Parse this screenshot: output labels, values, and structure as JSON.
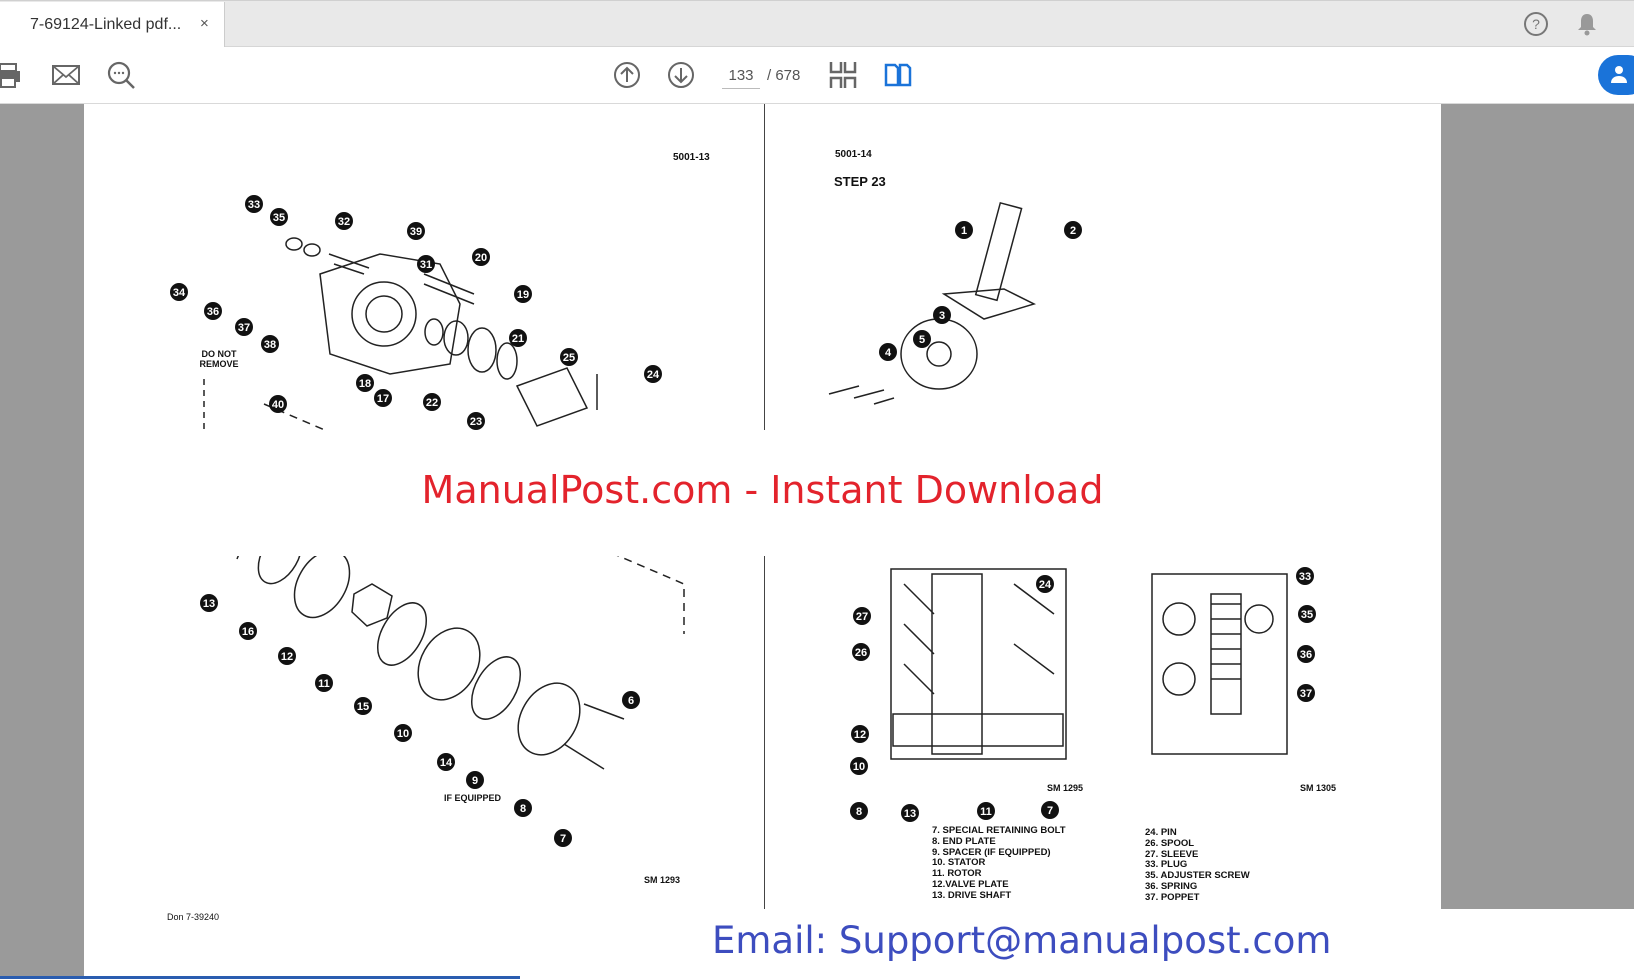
{
  "tab": {
    "title": "7-69124-Linked pdf...",
    "close": "×"
  },
  "top_icons": [
    "help-icon",
    "bell-icon"
  ],
  "toolbar": {
    "icons": [
      "print-icon",
      "mail-icon",
      "find-icon",
      "prev-page-icon",
      "next-page-icon",
      "page-thumbnails-icon",
      "two-page-view-icon"
    ],
    "current_page": "133",
    "total_pages": "/ 678"
  },
  "left_page": {
    "page_code": "5001-13",
    "note": "DO NOT REMOVE",
    "if_equipped": "IF EQUIPPED",
    "figure_id": "SM 1293",
    "footer": "Don 7-39240",
    "callouts": [
      "33",
      "35",
      "32",
      "39",
      "34",
      "36",
      "37",
      "38",
      "31",
      "20",
      "19",
      "21",
      "25",
      "24",
      "18",
      "17",
      "22",
      "23",
      "40",
      "13",
      "16",
      "12",
      "11",
      "15",
      "10",
      "14",
      "9",
      "8",
      "7",
      "6"
    ]
  },
  "right_page": {
    "page_code": "5001-14",
    "step": "STEP 23",
    "figure_a": "SM 1295",
    "figure_b": "SM 1305",
    "callouts": [
      "1",
      "2",
      "3",
      "5",
      "4",
      "24",
      "27",
      "26",
      "12",
      "10",
      "8",
      "13",
      "11",
      "7",
      "33",
      "35",
      "36",
      "37"
    ],
    "legend_a": [
      "7. SPECIAL RETAINING BOLT",
      "8. END PLATE",
      "9. SPACER (IF EQUIPPED)",
      "10. STATOR",
      "11. ROTOR",
      "12.VALVE PLATE",
      "13. DRIVE SHAFT"
    ],
    "legend_b": [
      "24. PIN",
      "26. SPOOL",
      "27. SLEEVE",
      "33. PLUG",
      "35. ADJUSTER SCREW",
      "36. SPRING",
      "37. POPPET"
    ]
  },
  "watermark": "ManualPost.com - Instant Download",
  "email": "Email: Support@manualpost.com",
  "colors": {
    "watermark": "#e3232c",
    "email": "#3d4dbf",
    "share_button": "#1a73d9"
  }
}
